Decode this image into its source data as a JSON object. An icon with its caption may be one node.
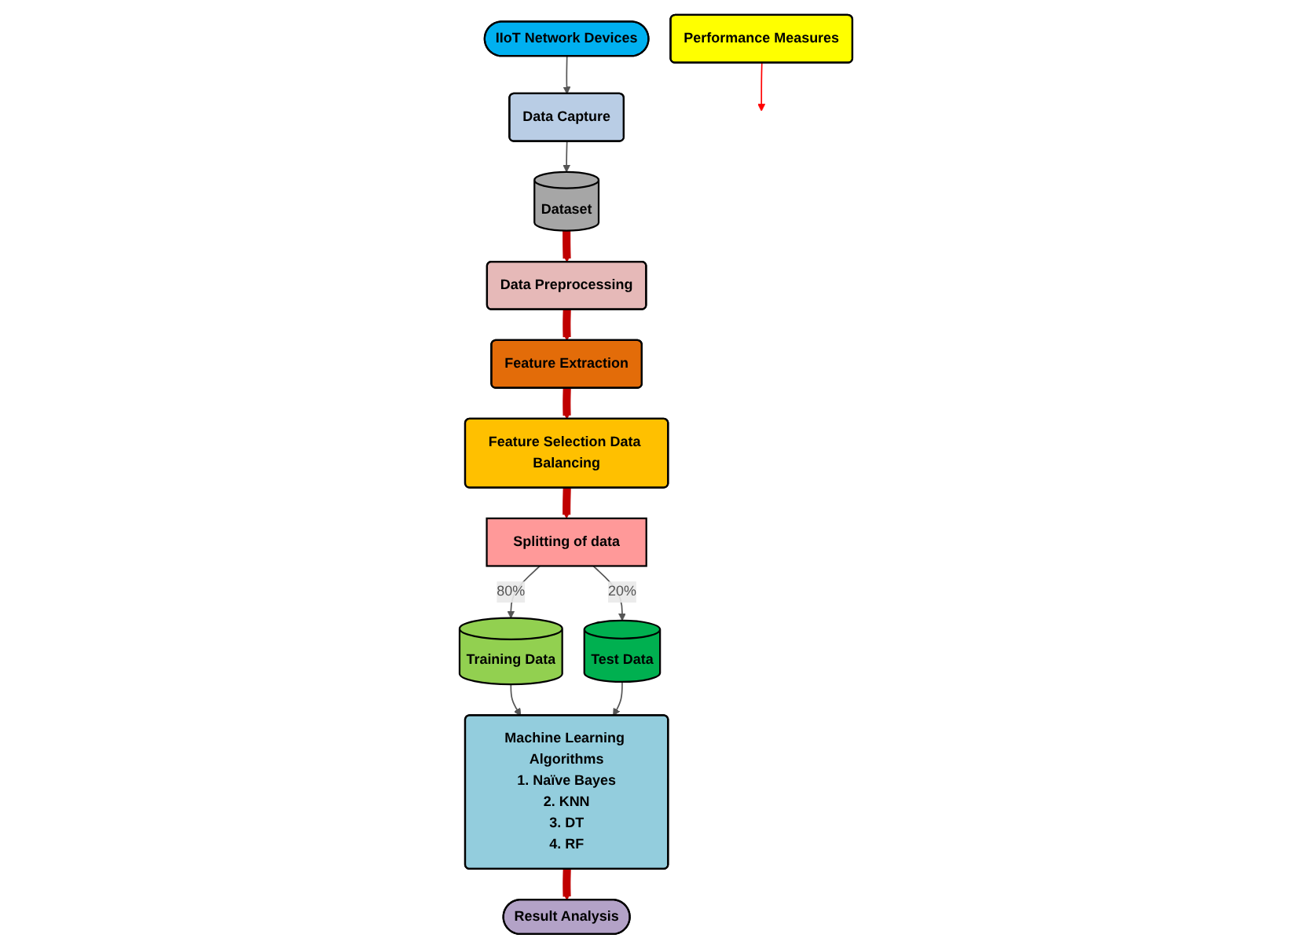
{
  "diagram": {
    "nodes": [
      {
        "text": [
          "IIoT Network Devices"
        ]
      },
      {
        "text": [
          "Data Capture"
        ]
      },
      {
        "text": [
          "Dataset"
        ]
      },
      {
        "text": [
          "Data Preprocessing"
        ]
      },
      {
        "text": [
          "Feature Extraction"
        ]
      },
      {
        "text": [
          "Feature Selection Data Balancing"
        ]
      },
      {
        "text": [
          "Splitting of data"
        ]
      },
      {
        "text": [
          "Training Data"
        ]
      },
      {
        "text": [
          "Test Data"
        ]
      },
      {
        "text": [
          "Machine Learning Algorithms",
          "1. Naïve Bayes",
          "2. KNN",
          "3. DT",
          "4. RF"
        ]
      },
      {
        "text": [
          "Performance Measures"
        ]
      },
      {
        "text": [
          "Result Analysis"
        ]
      }
    ],
    "edges": [
      {
        "from": 0,
        "to": 1,
        "arrow": "to"
      },
      {
        "from": 1,
        "to": 2,
        "arrow": "to"
      },
      {
        "from": 2,
        "to": 3,
        "arrow": "to",
        "style": "thick",
        "color": "#c00000"
      },
      {
        "from": 3,
        "to": 4,
        "arrow": "to",
        "style": "thick",
        "color": "#c00000"
      },
      {
        "from": 4,
        "to": 5,
        "arrow": "to",
        "style": "thick",
        "color": "#c00000"
      },
      {
        "from": 5,
        "to": 6,
        "arrow": "to",
        "style": "thick",
        "color": "#c00000"
      },
      {
        "from": 6,
        "to": 7,
        "label": "80%",
        "arrow": "to"
      },
      {
        "from": 6,
        "to": 8,
        "label": "20%",
        "arrow": "to"
      },
      {
        "from": 7,
        "to": 9,
        "arrow": "to"
      },
      {
        "from": 8,
        "to": 9,
        "arrow": "to"
      },
      {
        "from": 9,
        "to": 11,
        "arrow": "to",
        "style": "thick",
        "color": "#c00000"
      },
      {
        "from": 10,
        "to": null,
        "arrow": "to",
        "color": "#ff0000"
      }
    ]
  }
}
